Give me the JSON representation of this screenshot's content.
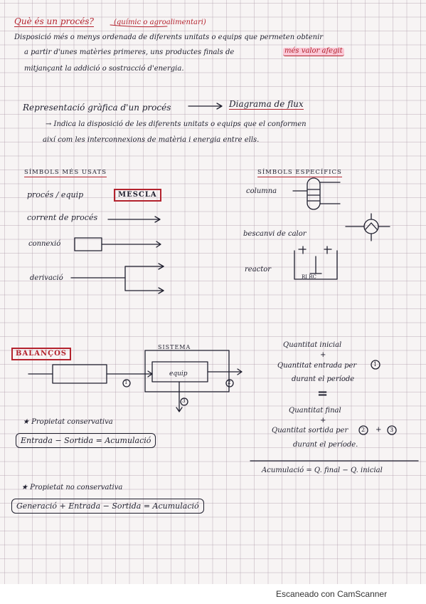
{
  "title": {
    "question": "Què és un procés?",
    "note": "(químic o agroalimentari)"
  },
  "definition": {
    "lines": [
      "Disposició més o menys ordenada de diferents unitats o equips que permeten obtenir",
      "a partir d'unes matèries primeres, uns productes finals de",
      "mitjançant la addició o sostracció d'energia."
    ],
    "highlight": "més valor afegit"
  },
  "representation": {
    "label": "Representació gràfica d'un procés",
    "target": "Diagrama de flux",
    "lines": [
      "→ Indica la disposició de les diferents unitats o equips que el conformen",
      "així com les interconnexions de matèria i energia entre ells."
    ]
  },
  "symbols_common": {
    "heading": "SÍMBOLS MÉS USATS",
    "items": [
      "procés / equip",
      "corrent de procés",
      "connexió",
      "derivació"
    ],
    "mix_box": "MESCLA"
  },
  "symbols_specific": {
    "heading": "SÍMBOLS ESPECÍFICS",
    "items": [
      "columna",
      "bescanvi de calor",
      "reactor"
    ],
    "reactor_label": "RI   RC"
  },
  "balances": {
    "heading": "BALANÇOS",
    "system_label": "SISTEMA",
    "equip_label": "equip",
    "stream_labels": [
      "1",
      "2",
      "3"
    ],
    "equation": {
      "initial": "Quantitat inicial",
      "plus1": "+",
      "entry": "Quantitat entrada per",
      "entry_num": "1",
      "period1": "durant el període",
      "equals": "=",
      "final": "Quantitat final",
      "plus2": "+",
      "exit": "Quantitat sortida per",
      "exit_num1": "2",
      "exit_op": "+",
      "exit_num2": "3",
      "period2": "durant el període."
    },
    "accumulation": "Acumulació = Q. final − Q. inicial",
    "conservative": {
      "label": "★ Propietat conservativa",
      "formula": "Entrada − Sortida = Acumulació"
    },
    "non_conservative": {
      "label": "★ Propietat no conservativa",
      "formula": "Generació + Entrada − Sortida = Acumulació"
    }
  },
  "footer": "Escaneado con CamScanner",
  "colors": {
    "ink": "#1f1f2e",
    "red": "#b4232e",
    "grid": "#a896a5",
    "paper": "#f7f4f4"
  }
}
